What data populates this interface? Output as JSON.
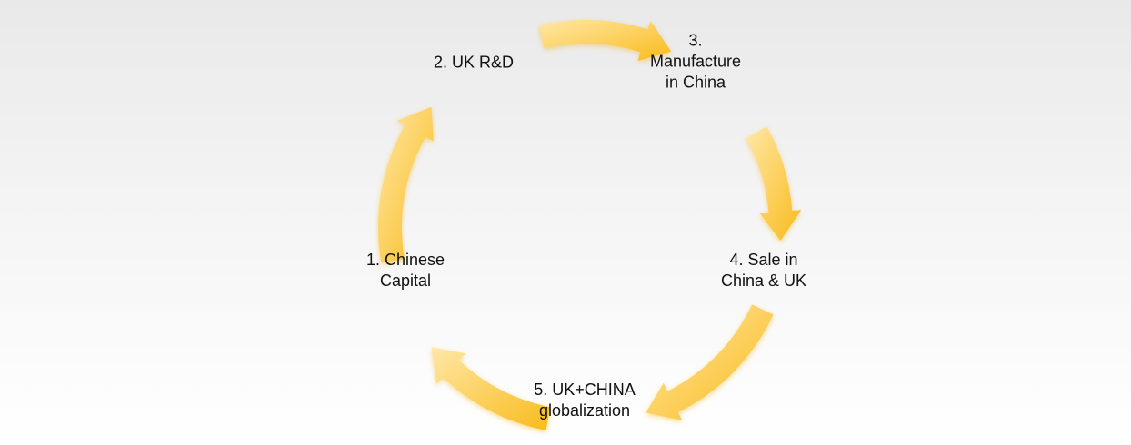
{
  "diagram": {
    "colors": {
      "arrow_light": "#ffe7a6",
      "arrow_dark": "#f9bb1b",
      "arrow_shadow": "#f2b000",
      "text": "#111111",
      "background_top": "#e9e9e9",
      "background_bottom": "#ffffff"
    },
    "nodes": [
      {
        "label": "1. Chinese\nCapital"
      },
      {
        "label": "2. UK R&D"
      },
      {
        "label": "3.\nManufacture\nin China"
      },
      {
        "label": "4. Sale in\nChina & UK"
      },
      {
        "label": "5. UK+CHINA\nglobalization"
      }
    ],
    "arrow_count": 5
  }
}
